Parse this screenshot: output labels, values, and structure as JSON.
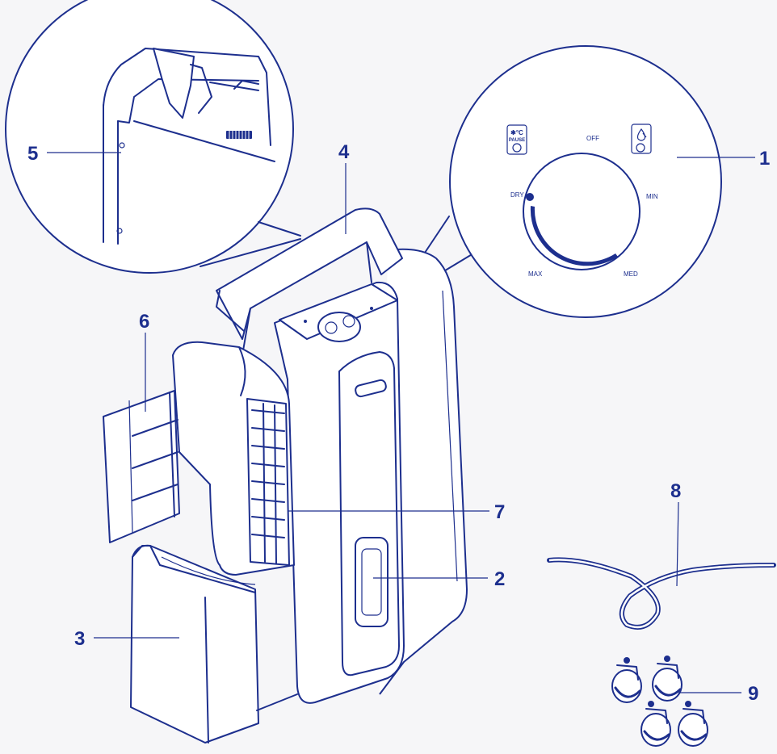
{
  "colors": {
    "ink": "#1d2f8e",
    "paper": "#f6f6f8"
  },
  "callouts": [
    {
      "id": "1",
      "label": "1"
    },
    {
      "id": "2",
      "label": "2"
    },
    {
      "id": "3",
      "label": "3"
    },
    {
      "id": "4",
      "label": "4"
    },
    {
      "id": "5",
      "label": "5"
    },
    {
      "id": "6",
      "label": "6"
    },
    {
      "id": "7",
      "label": "7"
    },
    {
      "id": "8",
      "label": "8"
    },
    {
      "id": "9",
      "label": "9"
    }
  ],
  "control_panel": {
    "dial_labels": {
      "off": "OFF",
      "min": "MIN",
      "med": "MED",
      "max": "MAX",
      "dry": "DRY"
    },
    "pause_icon_text": "PAUSE",
    "temp_icon_text": "✱°C",
    "icons": [
      "snowflake-pause-icon",
      "water-drop-full-icon"
    ]
  }
}
